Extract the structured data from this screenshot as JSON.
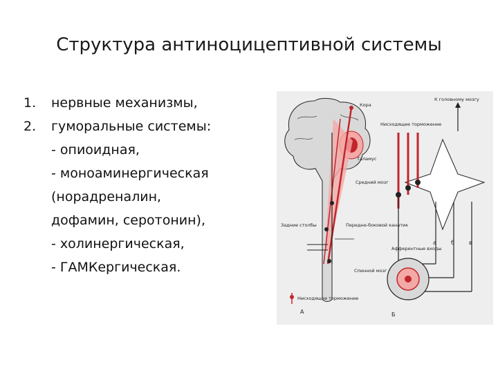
{
  "slide": {
    "title": "Структура антиноцицептивной системы",
    "items": [
      {
        "number": "1.",
        "text": "нервные механизмы,"
      },
      {
        "number": "2.",
        "text": "гуморальные системы:"
      }
    ],
    "subitems": [
      "- опиоидная,",
      "- моноаминергическая",
      "(норадреналин,",
      "дофамин, серотонин),",
      "- холинергическая,",
      "- ГАМКергическая."
    ]
  },
  "figure": {
    "labels": {
      "cortex": "Кора",
      "thalamus": "Таламус",
      "midbrain": "Средний мозг",
      "dorsal_columns": "Задние столбы",
      "anterolateral": "Передне-боковой канатик",
      "spinal_cord": "Спинной мозг",
      "descending_legend": "Нисходящее торможение",
      "panel_a": "А",
      "to_brain": "К головному мозгу",
      "descending_inhibition": "Нисходящее торможение",
      "afferent": "Афферентные входы",
      "a": "а",
      "b": "б",
      "c": "в",
      "panel_b": "Б"
    },
    "colors": {
      "red": "#c2252b",
      "pink": "#f3a9a6",
      "gray": "#d9d9d9",
      "dark": "#222222"
    }
  }
}
